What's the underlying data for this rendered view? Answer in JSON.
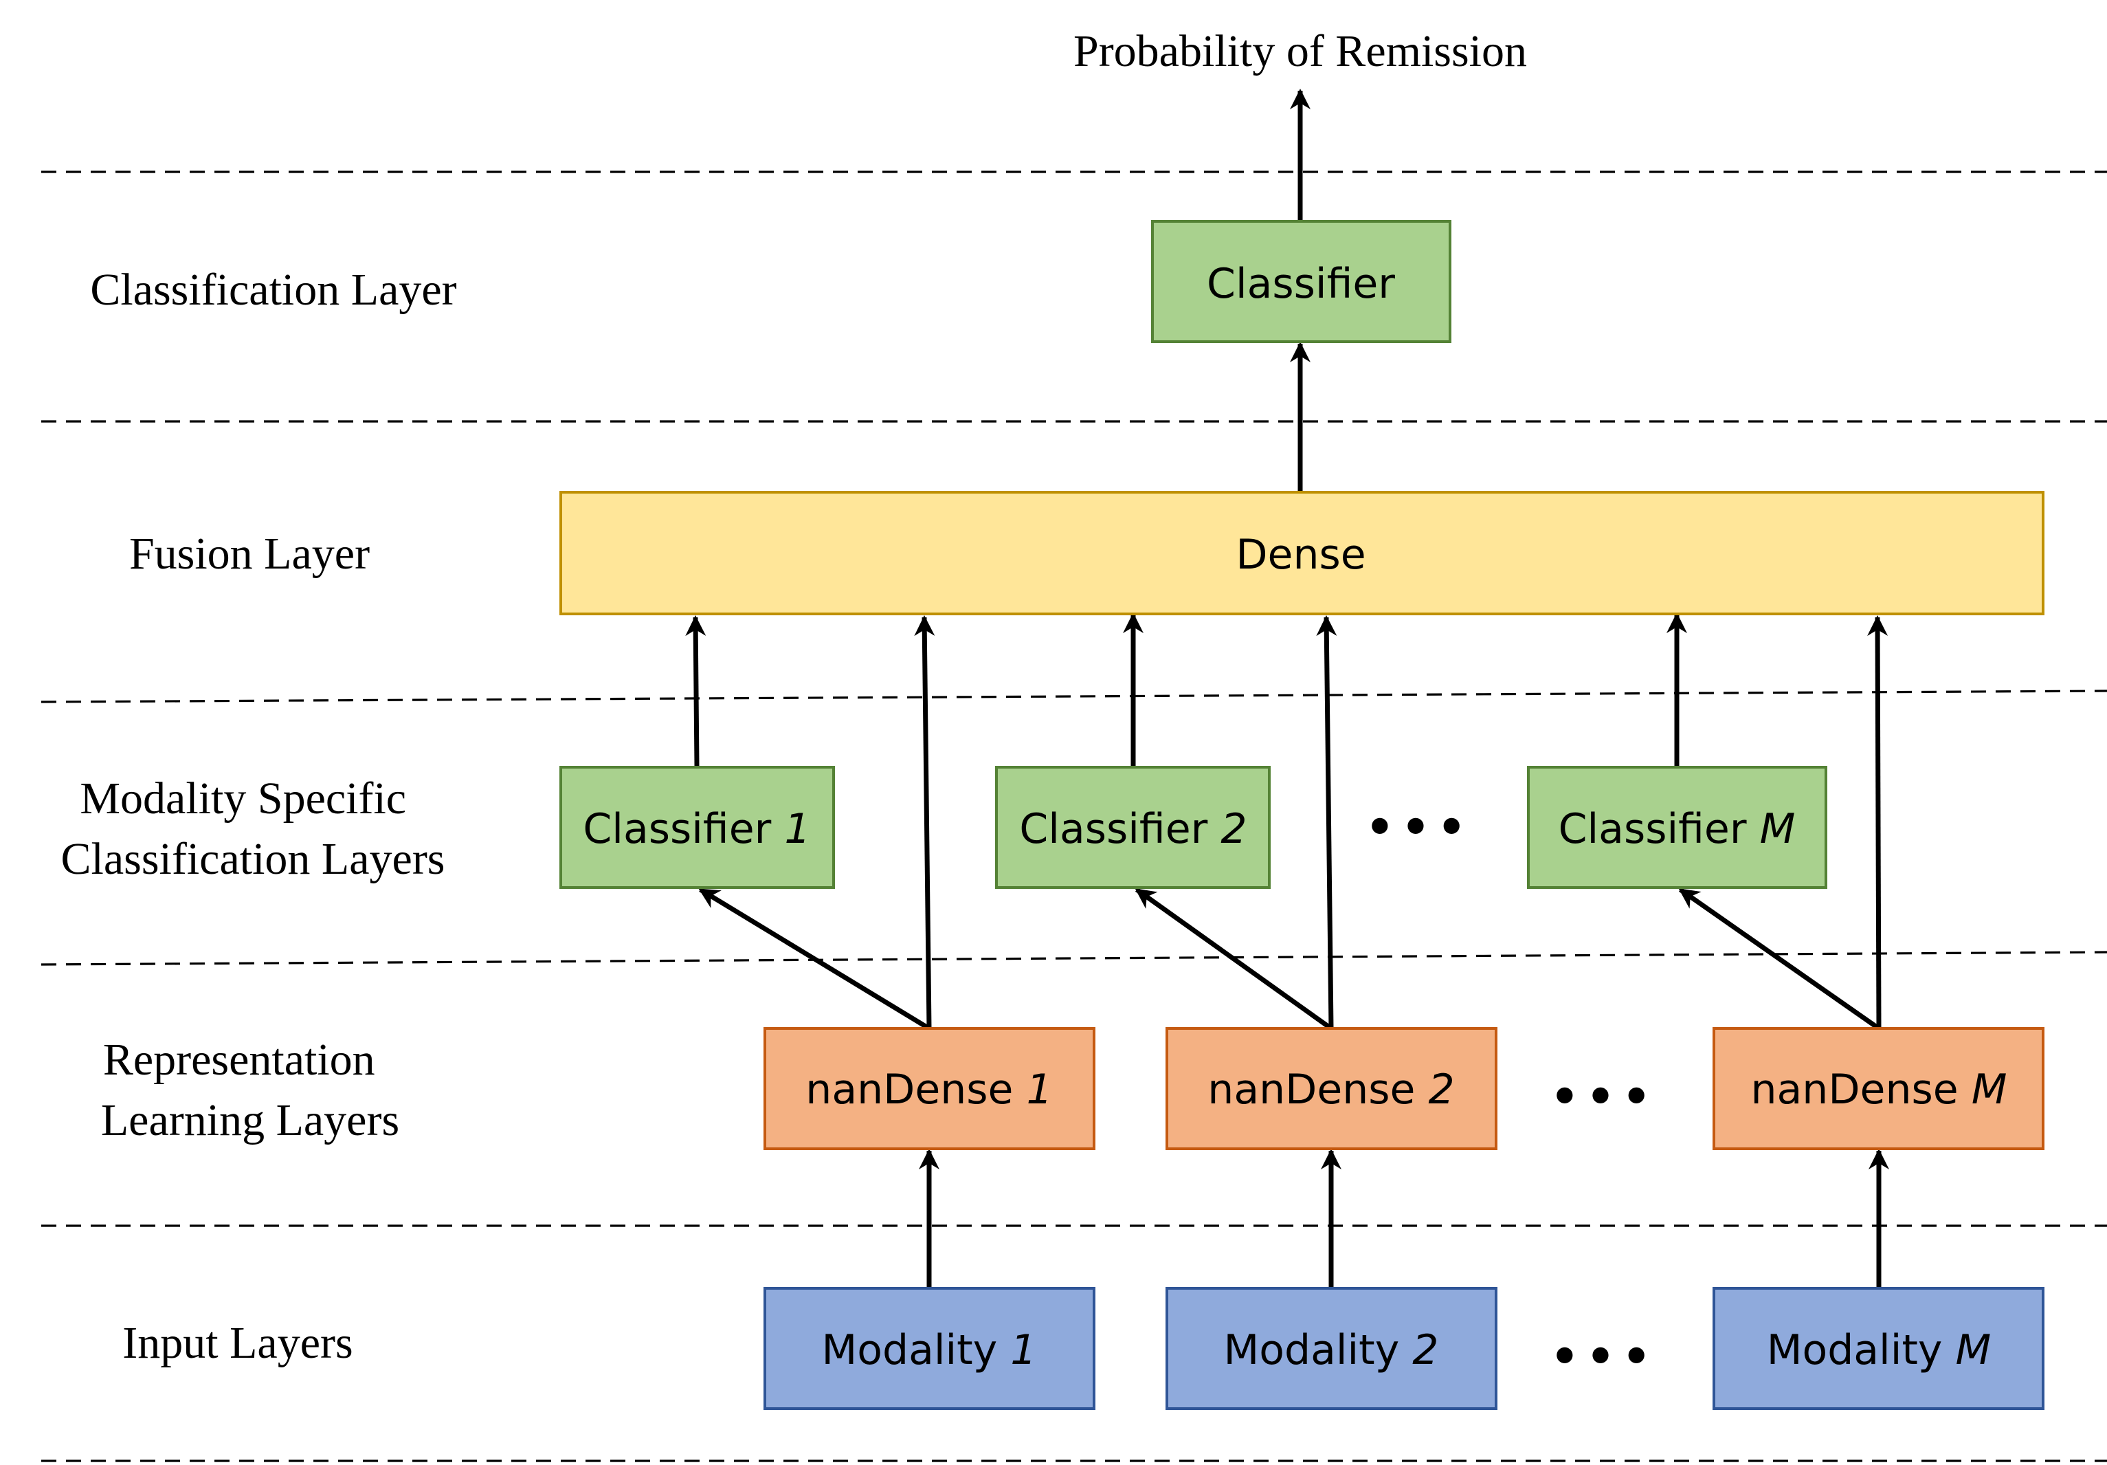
{
  "output_label": "Probability of Remission",
  "layers": {
    "classification": "Classification Layer",
    "fusion": "Fusion Layer",
    "modality_specific": [
      "Modality Specific",
      "Classification Layers"
    ],
    "representation": [
      "Representation",
      "Learning Layers"
    ],
    "input": "Input Layers"
  },
  "nodes": {
    "classifier": "Classifier",
    "dense": "Dense",
    "modality_classifiers": [
      {
        "name": "Classifier",
        "index": "1"
      },
      {
        "name": "Classifier",
        "index": "2"
      },
      {
        "name": "Classifier",
        "index": "M"
      }
    ],
    "nandense": [
      {
        "name": "nanDense",
        "index": "1"
      },
      {
        "name": "nanDense",
        "index": "2"
      },
      {
        "name": "nanDense",
        "index": "M"
      }
    ],
    "modalities": [
      {
        "name": "Modality",
        "index": "1"
      },
      {
        "name": "Modality",
        "index": "2"
      },
      {
        "name": "Modality",
        "index": "M"
      }
    ]
  },
  "ellipsis": "•••",
  "colors": {
    "classifier_fill": "#a9d18e",
    "dense_fill": "#ffe699",
    "nandense_fill": "#f4b183",
    "modality_fill": "#8faadc"
  }
}
